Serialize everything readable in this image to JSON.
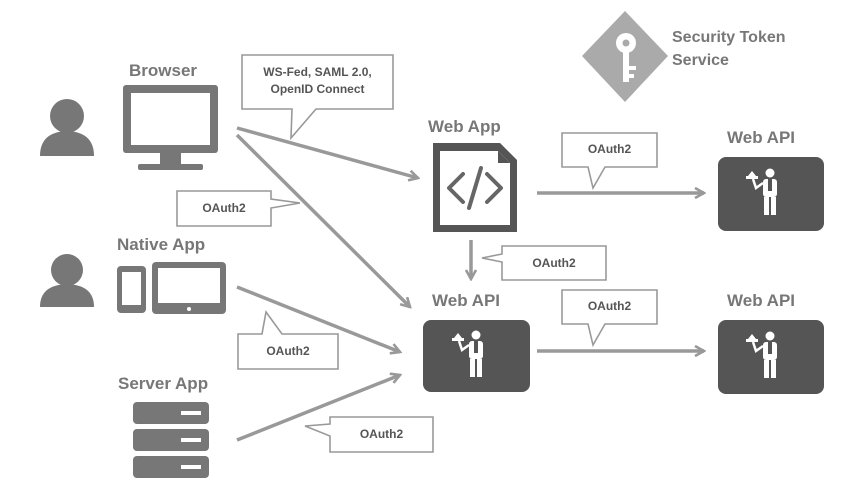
{
  "nodes": {
    "browser": "Browser",
    "native_app": "Native App",
    "server_app": "Server App",
    "web_app": "Web App",
    "web_api_center": "Web API",
    "web_api_top": "Web API",
    "web_api_bottom": "Web API",
    "sts_line1": "Security Token",
    "sts_line2": "Service"
  },
  "callouts": {
    "browser_protocols": [
      "WS-Fed, SAML 2.0,",
      "OpenID Connect"
    ],
    "browser_oauth": "OAuth2",
    "webapp_to_api_top": "OAuth2",
    "webapp_to_api_center": "OAuth2",
    "native_oauth": "OAuth2",
    "api_to_api": "OAuth2",
    "server_oauth": "OAuth2"
  },
  "colors": {
    "arrow": "#999999",
    "icon_dark": "#5a5a5a",
    "icon_mid": "#777777",
    "callout_border": "#999999"
  }
}
